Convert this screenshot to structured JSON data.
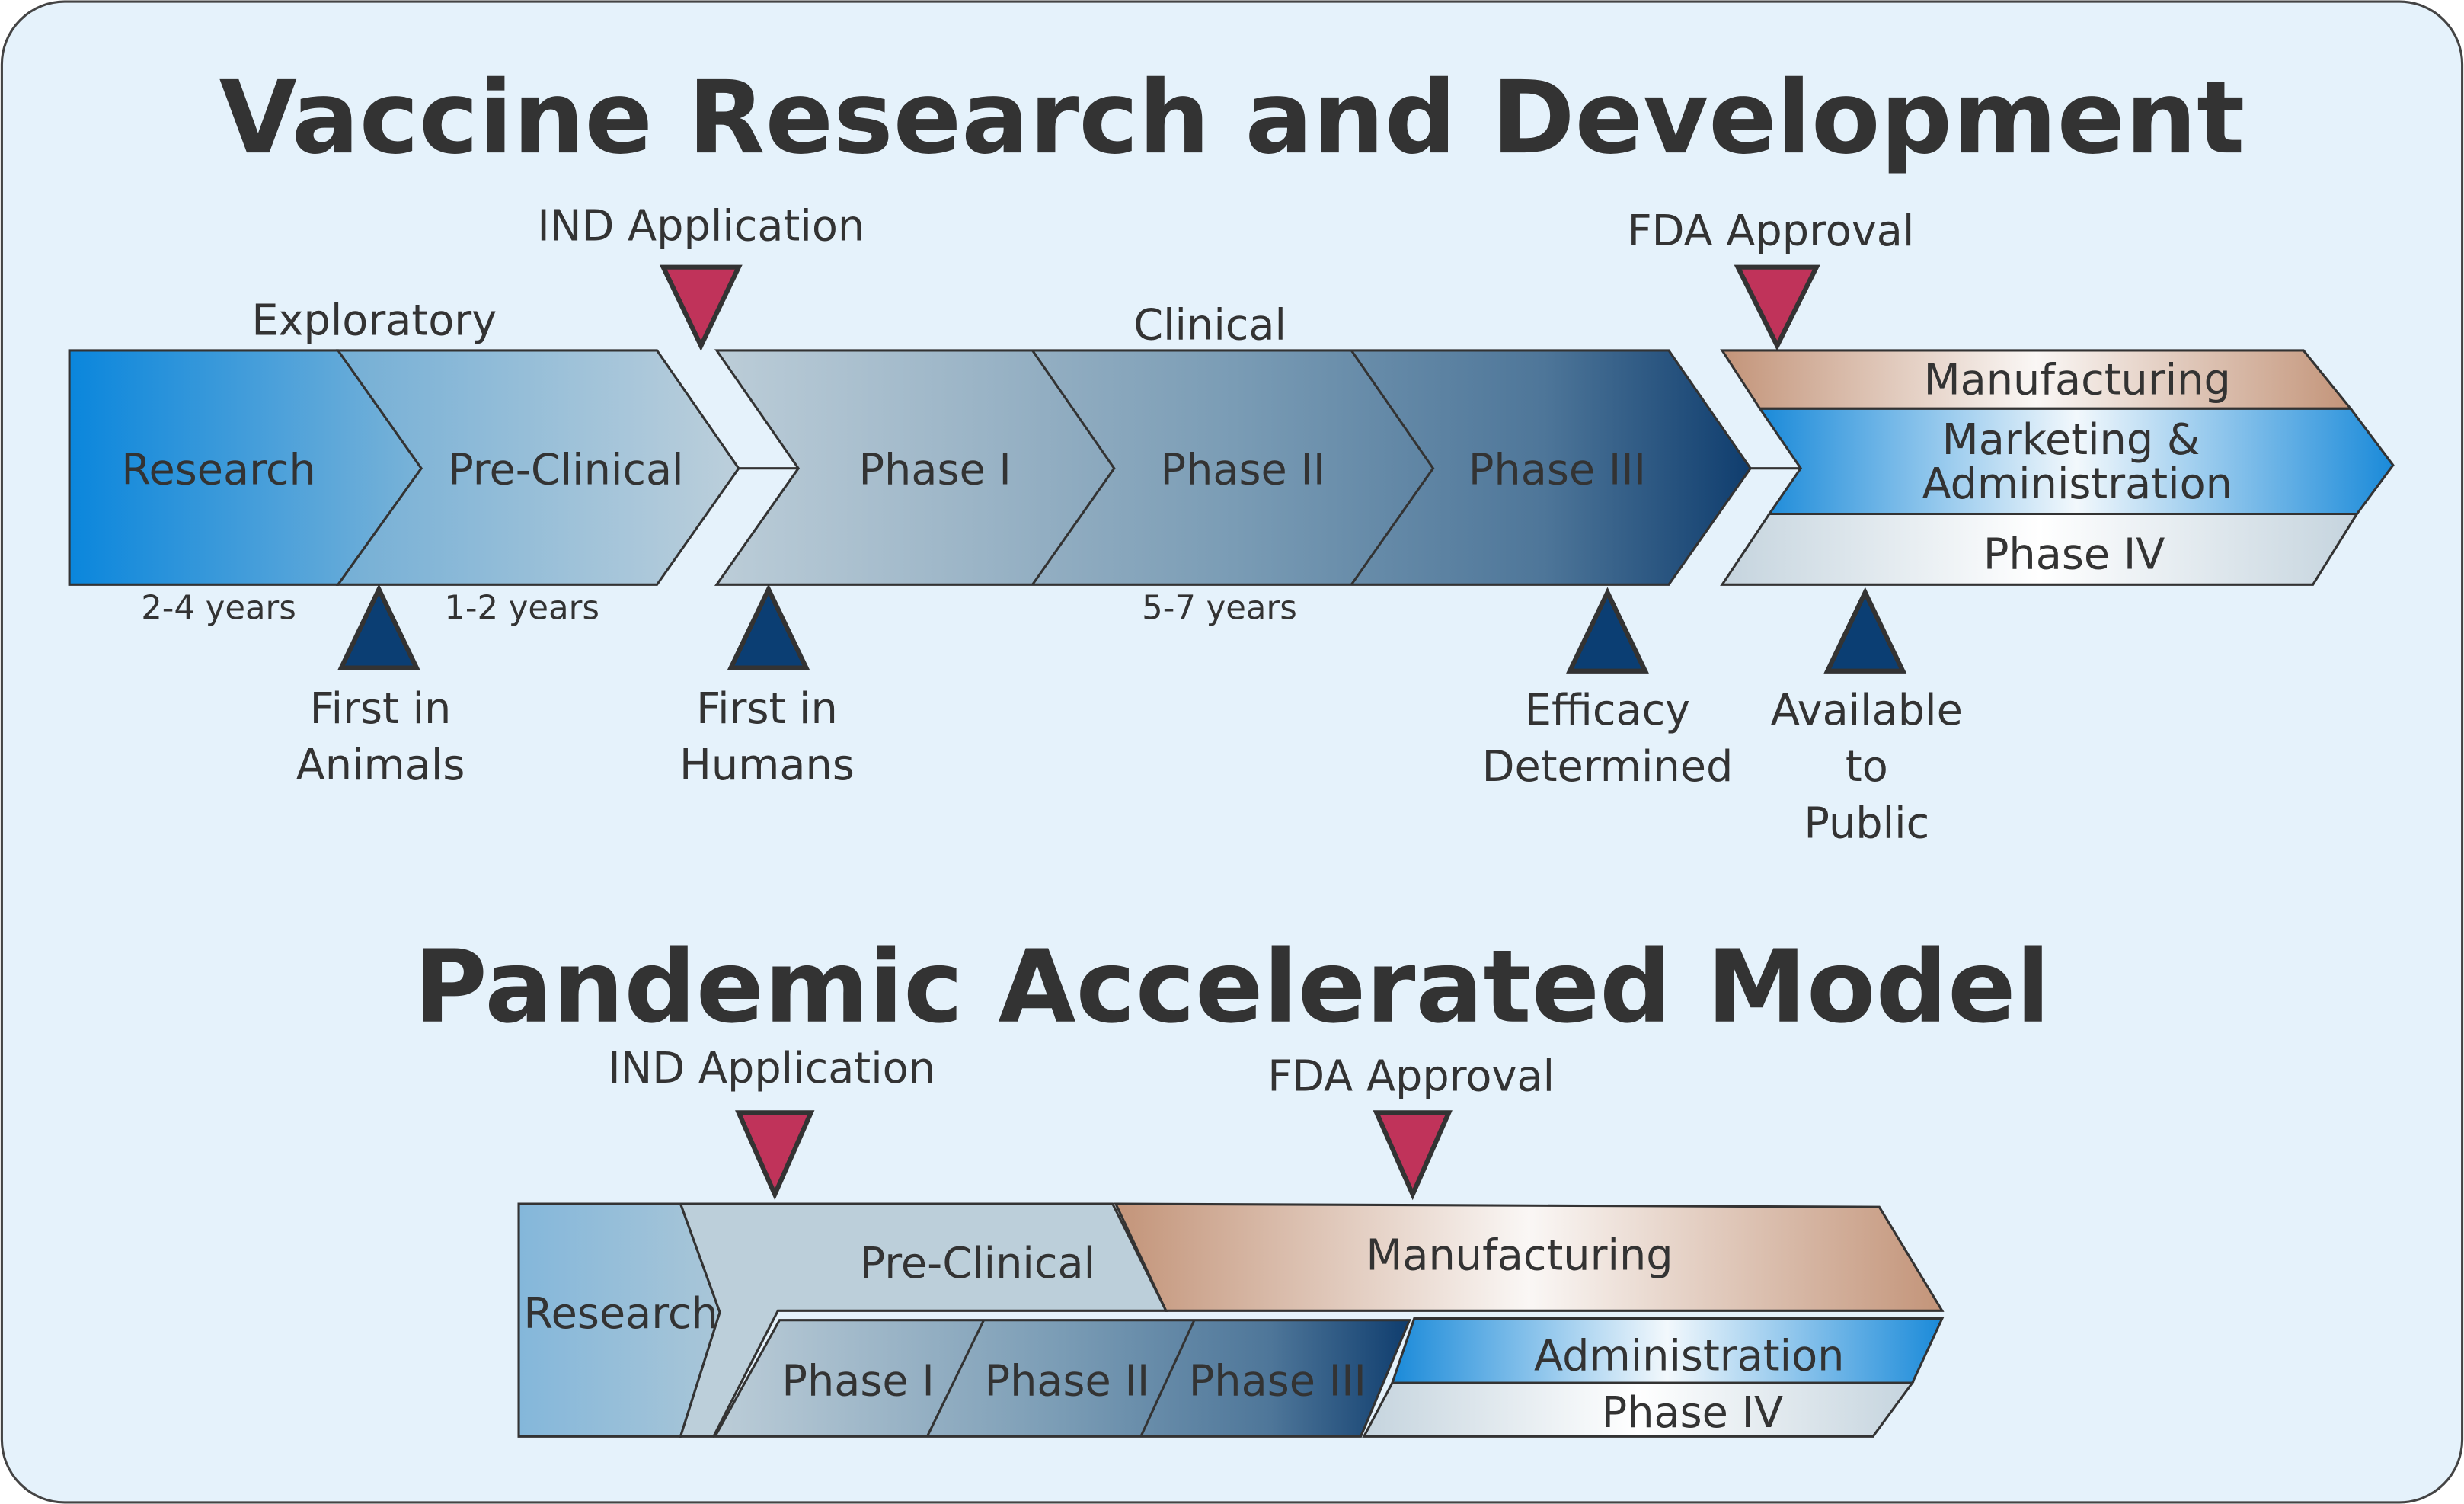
{
  "top": {
    "title": "Vaccine Research and Development",
    "exploratory_label": "Exploratory",
    "clinical_label": "Clinical",
    "ind_label": "IND Application",
    "fda_label": "FDA Approval",
    "stages": [
      "Research",
      "Pre-Clinical",
      "Phase I",
      "Phase II",
      "Phase III"
    ],
    "post": {
      "manufacturing": "Manufacturing",
      "marketing_1": "Marketing &",
      "marketing_2": "Administration",
      "phase4": "Phase IV"
    },
    "durations": {
      "research": "2-4 years",
      "preclinical": "1-2 years",
      "clinical": "5-7 years"
    },
    "milestones": [
      {
        "line1": "First in",
        "line2": "Animals"
      },
      {
        "line1": "First in",
        "line2": "Humans"
      },
      {
        "line1": "Efficacy",
        "line2": "Determined"
      },
      {
        "line1": "Available",
        "line2": "to",
        "line3": "Public"
      }
    ]
  },
  "bottom": {
    "title": "Pandemic Accelerated Model",
    "ind_label": "IND Application",
    "fda_label": "FDA Approval",
    "research": "Research",
    "preclinical": "Pre-Clinical",
    "manufacturing": "Manufacturing",
    "phases": [
      "Phase I",
      "Phase II",
      "Phase III"
    ],
    "administration": "Administration",
    "phase4": "Phase IV"
  },
  "colors": {
    "background": "#e5f2fb",
    "marker_red": "#c0335a",
    "marker_blue": "#0b3e73",
    "text": "#333333"
  }
}
